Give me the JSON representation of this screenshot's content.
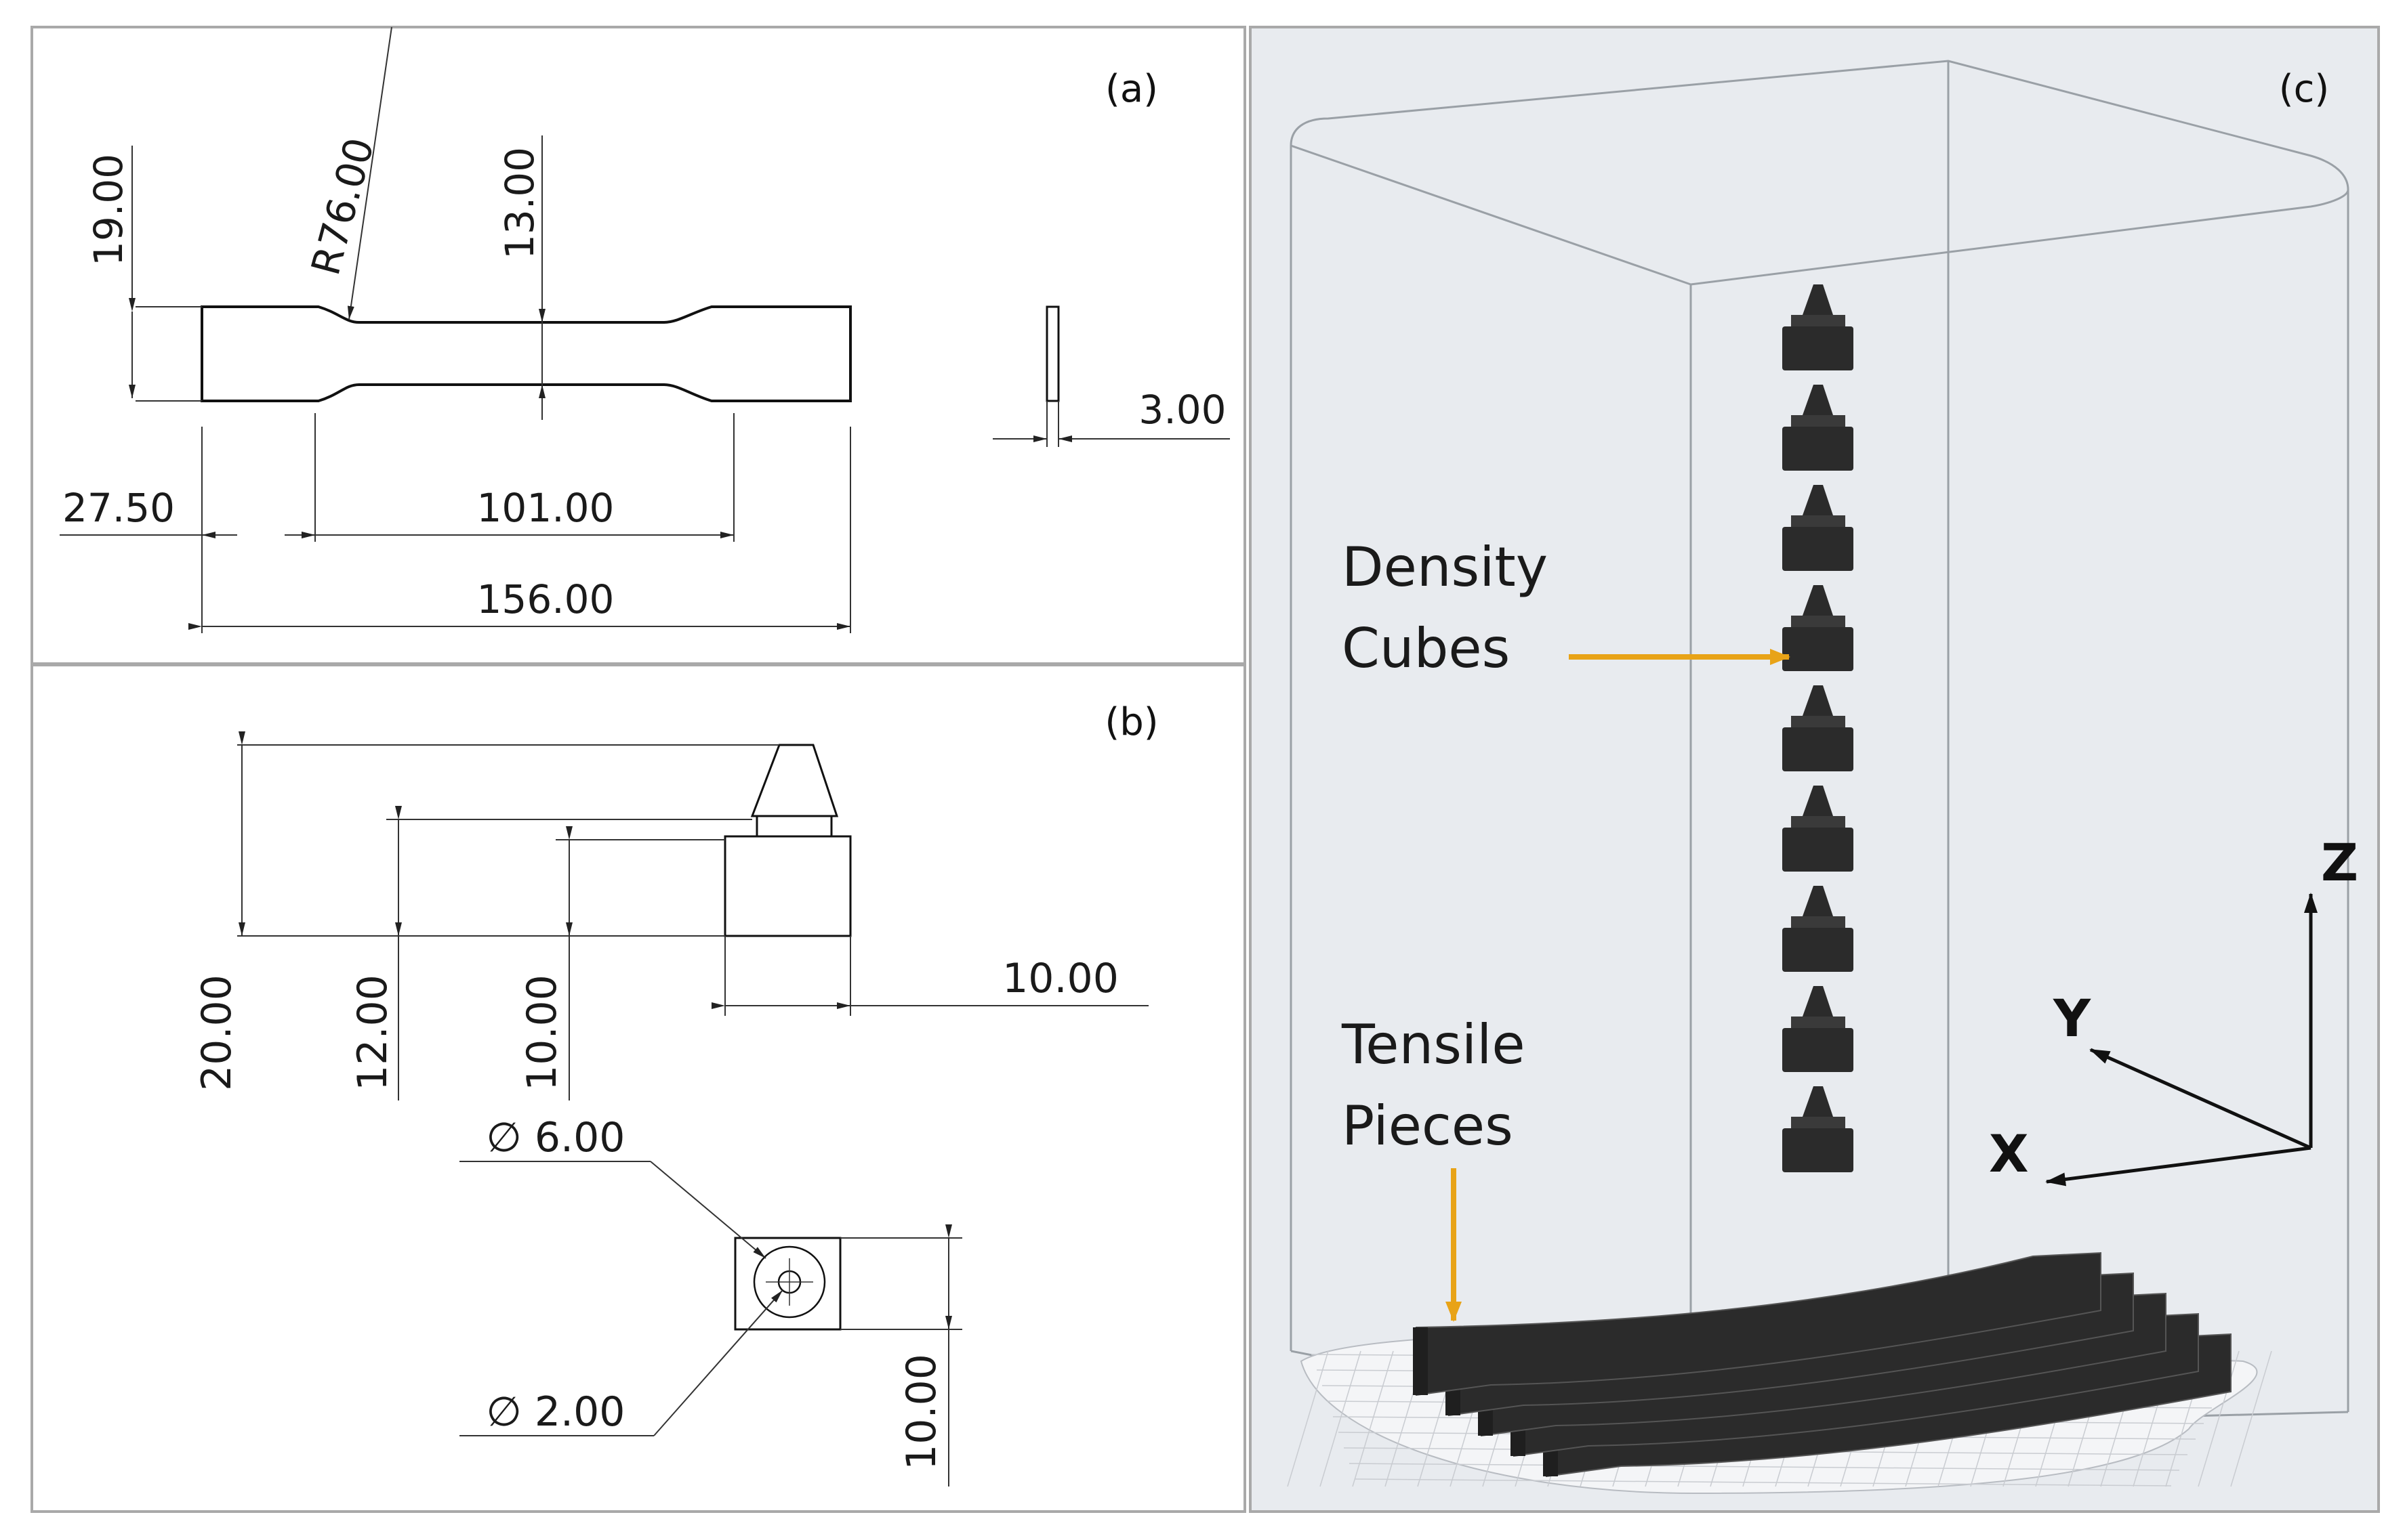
{
  "panels": {
    "a": {
      "label": "(a)",
      "dims": {
        "overall_height": "19.00",
        "radius": "R76.00",
        "gauge_width": "13.00",
        "thickness": "3.00",
        "grip_length": "27.50",
        "gauge_length": "101.00",
        "overall_length": "156.00"
      }
    },
    "b": {
      "label": "(b)",
      "dims": {
        "total_height": "20.00",
        "base_plus_neck": "12.00",
        "cube_height": "10.00",
        "cube_width": "10.00",
        "outer_diameter": "∅ 6.00",
        "inner_diameter": "∅ 2.00",
        "top_view_side": "10.00"
      }
    },
    "c": {
      "label": "(c)",
      "annotations": {
        "density_line1": "Density",
        "density_line2": "Cubes",
        "tensile_line1": "Tensile",
        "tensile_line2": "Pieces"
      },
      "axes": {
        "z": "Z",
        "y": "Y",
        "x": "X"
      },
      "colors": {
        "arrow": "#E8A317",
        "background": "#E8EBEF",
        "parts": "#2B2B2B"
      },
      "cube_count": 9,
      "tensile_count": 5
    }
  }
}
